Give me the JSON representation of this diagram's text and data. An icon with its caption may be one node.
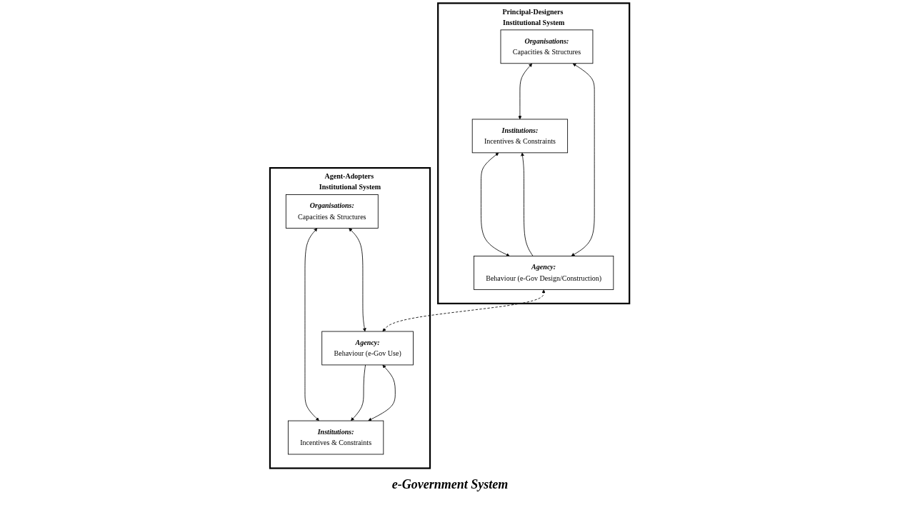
{
  "diagram": {
    "nodes": [
      {
        "text": [
          "Principal-Designers Institutional System"
        ]
      },
      {
        "text": [
          "Organisations:",
          "Capacities & Structures"
        ],
        "in": 0
      },
      {
        "text": [
          "Institutions:",
          "Incentives & Constraints"
        ],
        "in": 0
      },
      {
        "text": [
          "Agency:",
          "Behaviour (e-Gov Design/Construction)"
        ],
        "in": 0
      },
      {
        "text": [
          "Agent-Adopters Institutional System"
        ]
      },
      {
        "text": [
          "Organisations:",
          "Capacities & Structures"
        ],
        "in": 4
      },
      {
        "text": [
          "Institutions:",
          "Incentives & Constraints"
        ],
        "in": 4
      },
      {
        "text": [
          "Agency:",
          "Behaviour (e-Gov Use)"
        ],
        "in": 4
      }
    ],
    "edges": [
      {
        "from": 1,
        "to": 2,
        "arrow": "both"
      },
      {
        "from": 1,
        "to": 3,
        "arrow": "both"
      },
      {
        "from": 2,
        "to": 3,
        "arrow": "both"
      },
      {
        "from": 3,
        "to": 2,
        "arrow": "to"
      },
      {
        "from": 3,
        "to": 7,
        "arrow": "both",
        "style": "dashed"
      },
      {
        "from": 5,
        "to": 6,
        "arrow": "both"
      },
      {
        "from": 5,
        "to": 7,
        "arrow": "both"
      },
      {
        "from": 6,
        "to": 7,
        "arrow": "both"
      },
      {
        "from": 7,
        "to": 6,
        "arrow": "to"
      }
    ],
    "labels": [
      "e-Government System"
    ]
  }
}
